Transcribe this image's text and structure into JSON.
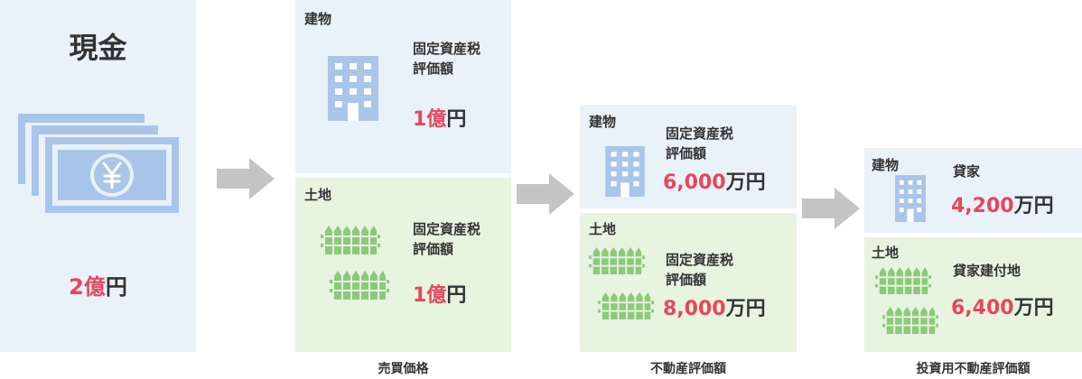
{
  "cash": {
    "title": "現金",
    "value_num": "2億",
    "value_unit": "円"
  },
  "stages": [
    {
      "building": {
        "label": "建物",
        "desc": "固定資産税\n評価額",
        "value_num": "1億",
        "value_unit": "円"
      },
      "land": {
        "label": "土地",
        "desc": "固定資産税\n評価額",
        "value_num": "1億",
        "value_unit": "円"
      },
      "caption": "売買価格"
    },
    {
      "building": {
        "label": "建物",
        "desc": "固定資産税\n評価額",
        "value_num": "6,000",
        "value_unit": "万円"
      },
      "land": {
        "label": "土地",
        "desc": "固定資産税\n評価額",
        "value_num": "8,000",
        "value_unit": "万円"
      },
      "caption": "不動産評価額"
    },
    {
      "building": {
        "label": "建物",
        "desc": "貸家",
        "value_num": "4,200",
        "value_unit": "万円"
      },
      "land": {
        "label": "土地",
        "desc": "貸家建付地",
        "value_num": "6,400",
        "value_unit": "万円"
      },
      "caption": "投資用不動産評価額"
    }
  ],
  "colors": {
    "accent": "#e8465c",
    "building_bg": "#e9f1f9",
    "land_bg": "#e6f4e0",
    "icon_blue": "#a9c5ea",
    "icon_green": "#8cc97a",
    "arrow": "#c4c4c4"
  },
  "icons": [
    "banknote-stack-icon",
    "building-icon",
    "fence-icon",
    "arrow-right-icon"
  ]
}
